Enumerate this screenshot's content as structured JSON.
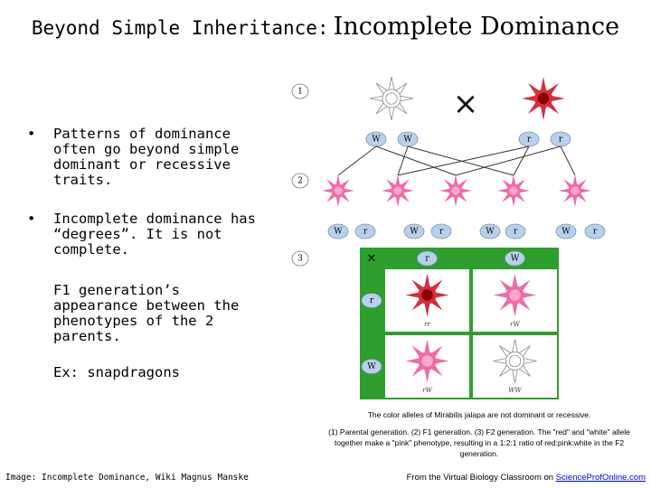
{
  "title": {
    "part1": "Beyond Simple Inheritance:",
    "part2": "Incomplete Dominance"
  },
  "bullets": [
    {
      "symbol": "•",
      "text": "Patterns of dominance often go beyond simple dominant or recessive traits."
    },
    {
      "symbol": "•",
      "text": "Incomplete dominance has “degrees”. It is not complete."
    }
  ],
  "paragraphs": [
    "F1 generation’s appearance between the phenotypes of the 2 parents.",
    "Ex: snapdragons"
  ],
  "diagram": {
    "generation_labels": [
      "1",
      "2",
      "3"
    ],
    "parents_alleles": [
      "W",
      "W",
      "r",
      "r"
    ],
    "cross_symbol": "×",
    "f1_alleles": [
      "W",
      "r",
      "W",
      "r",
      "W",
      "r",
      "W",
      "r"
    ],
    "punnett": {
      "header_cross": "×",
      "col_alleles": [
        "r",
        "W"
      ],
      "row_alleles": [
        "r",
        "W"
      ],
      "cell_labels": [
        "rr",
        "rW",
        "rW",
        "WW"
      ]
    },
    "colors": {
      "red": "#d32f3f",
      "red_center": "#8b0000",
      "pink": "#f06aa8",
      "pink_center": "#f5a8c8",
      "white_outline": "#8a8a8a",
      "grid_green": "#2e9e2e",
      "allele_circle": "#b8d0ea"
    }
  },
  "captions": [
    "The color alleles of Mirabilis jalapa are not dominant or recessive.",
    "(1) Parental generation. (2) F1 generation. (3) F2 generation. The \"red\" and \"white\" allele together make a \"pink\" phenotype, resulting in a 1:2:1 ratio of red:pink:white in the F2 generation."
  ],
  "footer": {
    "left": "Image: Incomplete Dominance, Wiki Magnus Manske",
    "right_prefix": "From the Virtual Biology Classroom on ",
    "right_link": "ScienceProfOnline.com"
  }
}
